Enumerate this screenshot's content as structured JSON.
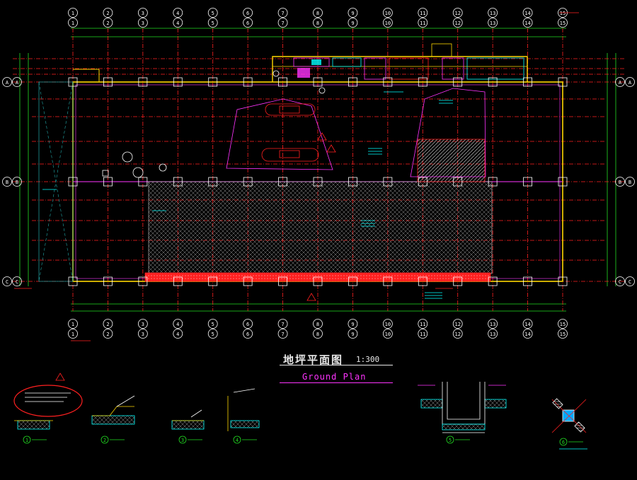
{
  "drawing": {
    "title_cn": "地坪平面图",
    "scale": "1:300",
    "title_en": "Ground Plan"
  },
  "grid": {
    "columns": [
      "1",
      "2",
      "3",
      "4",
      "5",
      "6",
      "7",
      "8",
      "9",
      "10",
      "11",
      "12",
      "13",
      "14",
      "15"
    ],
    "rows": [
      "A",
      "B",
      "C"
    ]
  },
  "details": [
    {
      "label": "1"
    },
    {
      "label": "2"
    },
    {
      "label": "3"
    },
    {
      "label": "4"
    },
    {
      "label": "5"
    },
    {
      "label": "6"
    }
  ],
  "colors": {
    "background": "#000000",
    "grid_red": "#ff2020",
    "dim_green": "#22dd22",
    "wall_yellow": "#ffd700",
    "magenta": "#ff33ff",
    "white": "#e8e8e8",
    "cyan": "#00ffff",
    "hatch": "#b0b0b0"
  }
}
